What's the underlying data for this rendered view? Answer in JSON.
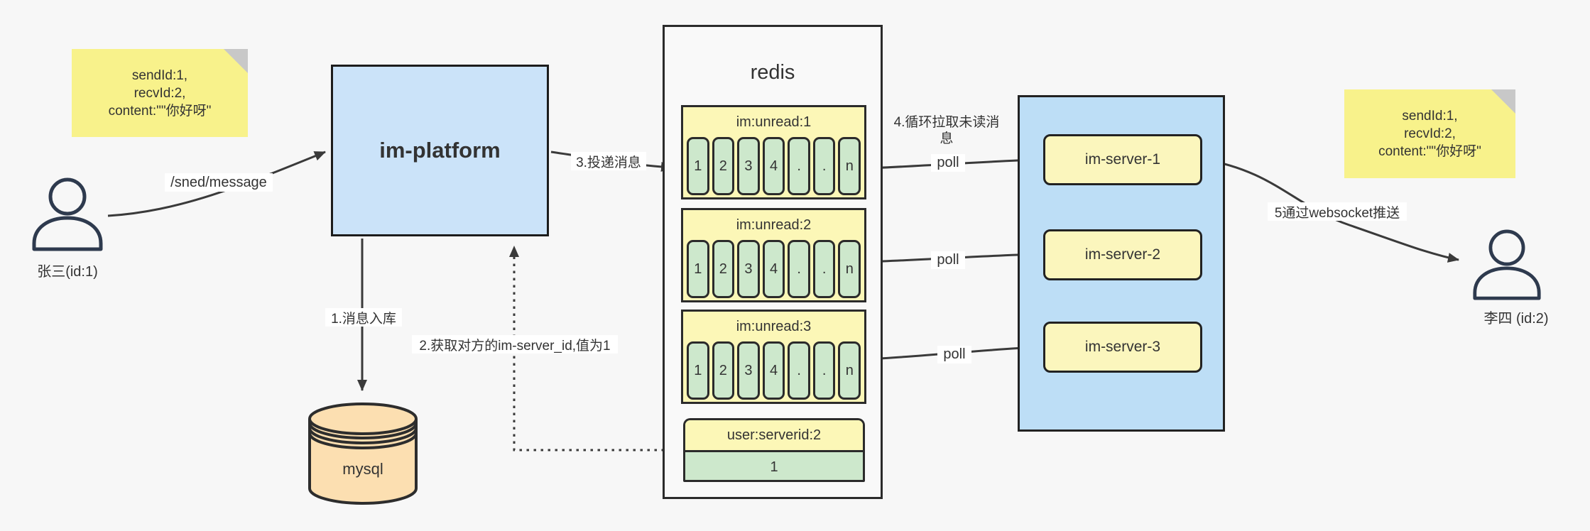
{
  "actors": {
    "sender": {
      "label": "张三(id:1)"
    },
    "receiver": {
      "label": "李四 (id:2)"
    }
  },
  "notes": {
    "left": {
      "line1": "sendId:1,",
      "line2": "recvId:2,",
      "line3": "content:\"\"你好呀\""
    },
    "right": {
      "line1": "sendId:1,",
      "line2": "recvId:2,",
      "line3": "content:\"\"你好呀\""
    }
  },
  "platform": {
    "label": "im-platform"
  },
  "database": {
    "label": "mysql"
  },
  "redis": {
    "title": "redis",
    "lists": [
      {
        "header": "im:unread:1",
        "cells": [
          "1",
          "2",
          "3",
          "4",
          ".",
          ".",
          "n"
        ]
      },
      {
        "header": "im:unread:2",
        "cells": [
          "1",
          "2",
          "3",
          "4",
          ".",
          ".",
          "n"
        ]
      },
      {
        "header": "im:unread:3",
        "cells": [
          "1",
          "2",
          "3",
          "4",
          ".",
          ".",
          "n"
        ]
      }
    ],
    "kv": {
      "header": "user:serverid:2",
      "value": "1"
    }
  },
  "servers": {
    "items": [
      {
        "label": "im-server-1"
      },
      {
        "label": "im-server-2"
      },
      {
        "label": "im-server-3"
      }
    ]
  },
  "edges": {
    "send_message": "/sned/message",
    "step1": "1.消息入库",
    "step2": "2.获取对方的im-server_id,值为1",
    "step3": "3.投递消息",
    "step4": "4.循环拉取未读消息",
    "step5": "5通过websocket推送",
    "poll": "poll"
  },
  "colors": {
    "background": "#f7f7f7",
    "platform_fill": "#cbe3f9",
    "servers_container_fill": "#bddef6",
    "note_fill": "#f8f28b",
    "list_header_fill": "#fcf7b7",
    "cell_fill": "#cde8cc",
    "server_box_fill": "#fbf6bd",
    "database_fill": "#fcdfb1",
    "line": "#3a3a3a"
  }
}
